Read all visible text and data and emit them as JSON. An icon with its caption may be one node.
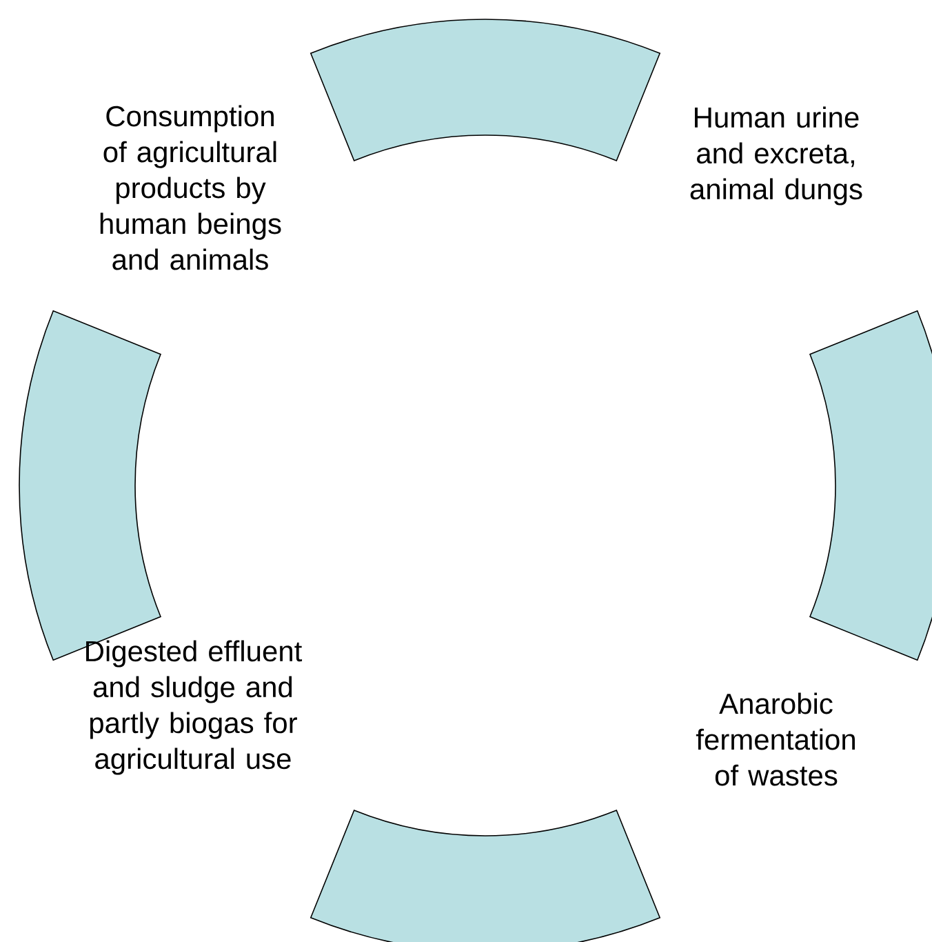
{
  "diagram": {
    "nodes": [
      {
        "text": [],
        "shape": "band"
      },
      {
        "text": [
          "Consumption of agricultural products by human beings and animals"
        ]
      },
      {
        "text": [
          "Human urine and excreta, animal dungs"
        ]
      },
      {
        "text": [],
        "shape": "band"
      },
      {
        "text": [],
        "shape": "band"
      },
      {
        "text": [
          "Digested effluent and sludge and partly biogas for agricultural  use"
        ]
      },
      {
        "text": [
          "Anarobic fermentation of wastes"
        ]
      },
      {
        "text": [],
        "shape": "band"
      }
    ]
  }
}
